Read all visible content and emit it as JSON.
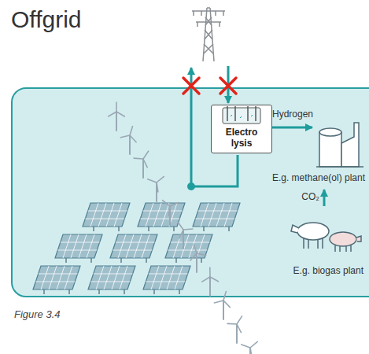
{
  "diagram": {
    "title": "Offgrid",
    "caption": "Figure 3.4",
    "nodes": [
      {
        "text": [
          "Electro lysis"
        ]
      },
      {
        "text": [
          "E.g. methane(ol) plant"
        ]
      },
      {
        "text": [
          "E.g. biogas plant"
        ]
      }
    ],
    "edges": [
      {
        "from": 0,
        "to": 1,
        "arrow": "to",
        "label": "Hydrogen"
      },
      {
        "from": 2,
        "to": 1,
        "arrow": "to",
        "label": "CO₂"
      }
    ]
  }
}
